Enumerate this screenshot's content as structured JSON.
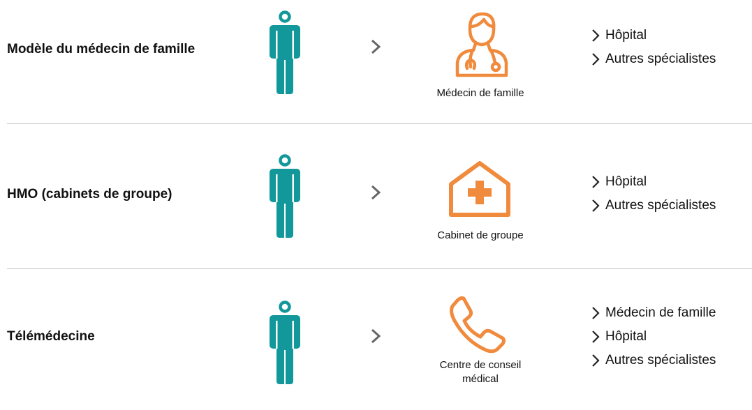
{
  "colors": {
    "person": "#12989a",
    "provider": "#f08a3c",
    "arrow": "#666666",
    "divider": "#c4c4c4"
  },
  "rows": [
    {
      "model_name": "Modèle du médecin de famille",
      "provider_icon": "doctor-icon",
      "provider_label": "Médecin de famille",
      "destinations": [
        "Hôpital",
        "Autres spécialistes"
      ]
    },
    {
      "model_name": "HMO (cabinets de groupe)",
      "provider_icon": "clinic-house-icon",
      "provider_label": "Cabinet de groupe",
      "destinations": [
        "Hôpital",
        "Autres spécialistes"
      ]
    },
    {
      "model_name": "Télémédecine",
      "provider_icon": "phone-icon",
      "provider_label": "Centre de conseil médical",
      "destinations": [
        "Médecin de famille",
        "Hôpital",
        "Autres spécialistes"
      ]
    }
  ]
}
